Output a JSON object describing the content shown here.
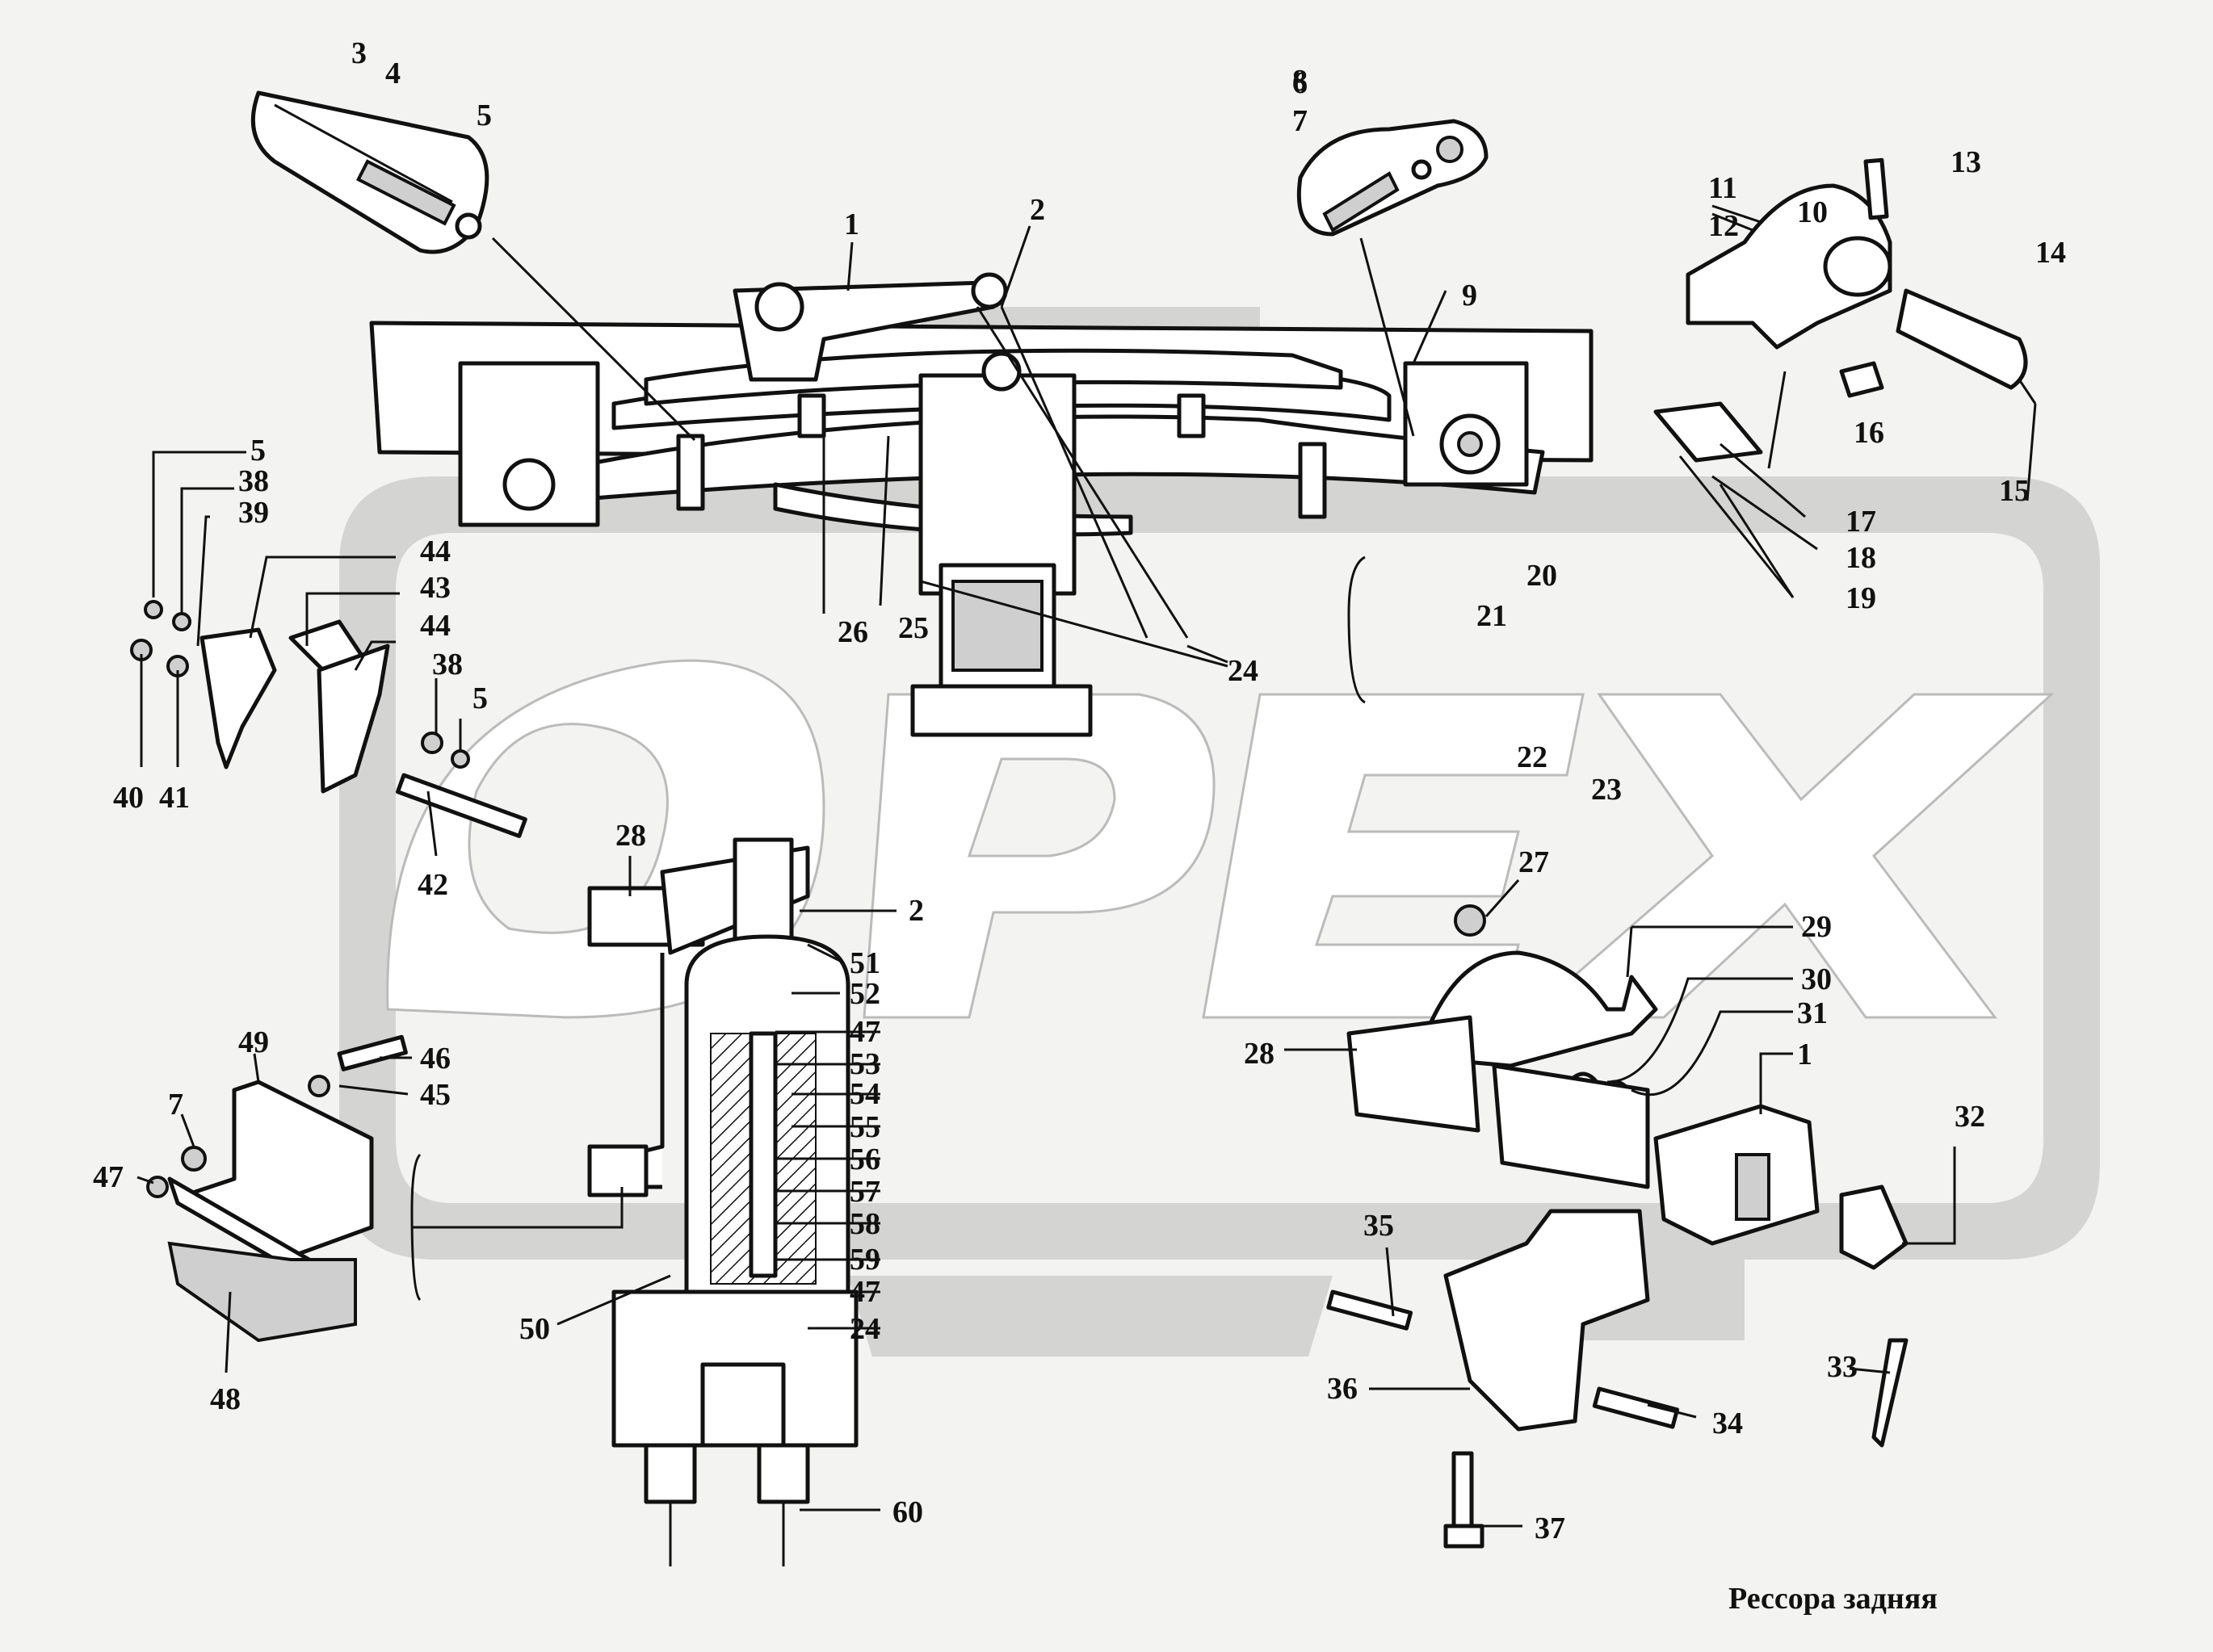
{
  "caption": "Рессора задняя",
  "watermark": "OPEX",
  "colors": {
    "background": "#f3f3f1",
    "watermark": "#d4d4d2",
    "ink": "#111111"
  },
  "callouts": [
    "1",
    "2",
    "3",
    "4",
    "5",
    "6",
    "7",
    "8",
    "9",
    "10",
    "11",
    "12",
    "13",
    "14",
    "15",
    "16",
    "17",
    "18",
    "19",
    "20",
    "21",
    "22",
    "23",
    "24",
    "25",
    "26",
    "27",
    "28",
    "28",
    "29",
    "30",
    "31",
    "1",
    "32",
    "33",
    "34",
    "35",
    "36",
    "37",
    "5",
    "38",
    "39",
    "40",
    "41",
    "44",
    "43",
    "44",
    "38",
    "5",
    "42",
    "2",
    "51",
    "52",
    "47",
    "53",
    "54",
    "55",
    "56",
    "57",
    "58",
    "59",
    "47",
    "50",
    "24",
    "60",
    "49",
    "46",
    "45",
    "7",
    "47",
    "48"
  ]
}
